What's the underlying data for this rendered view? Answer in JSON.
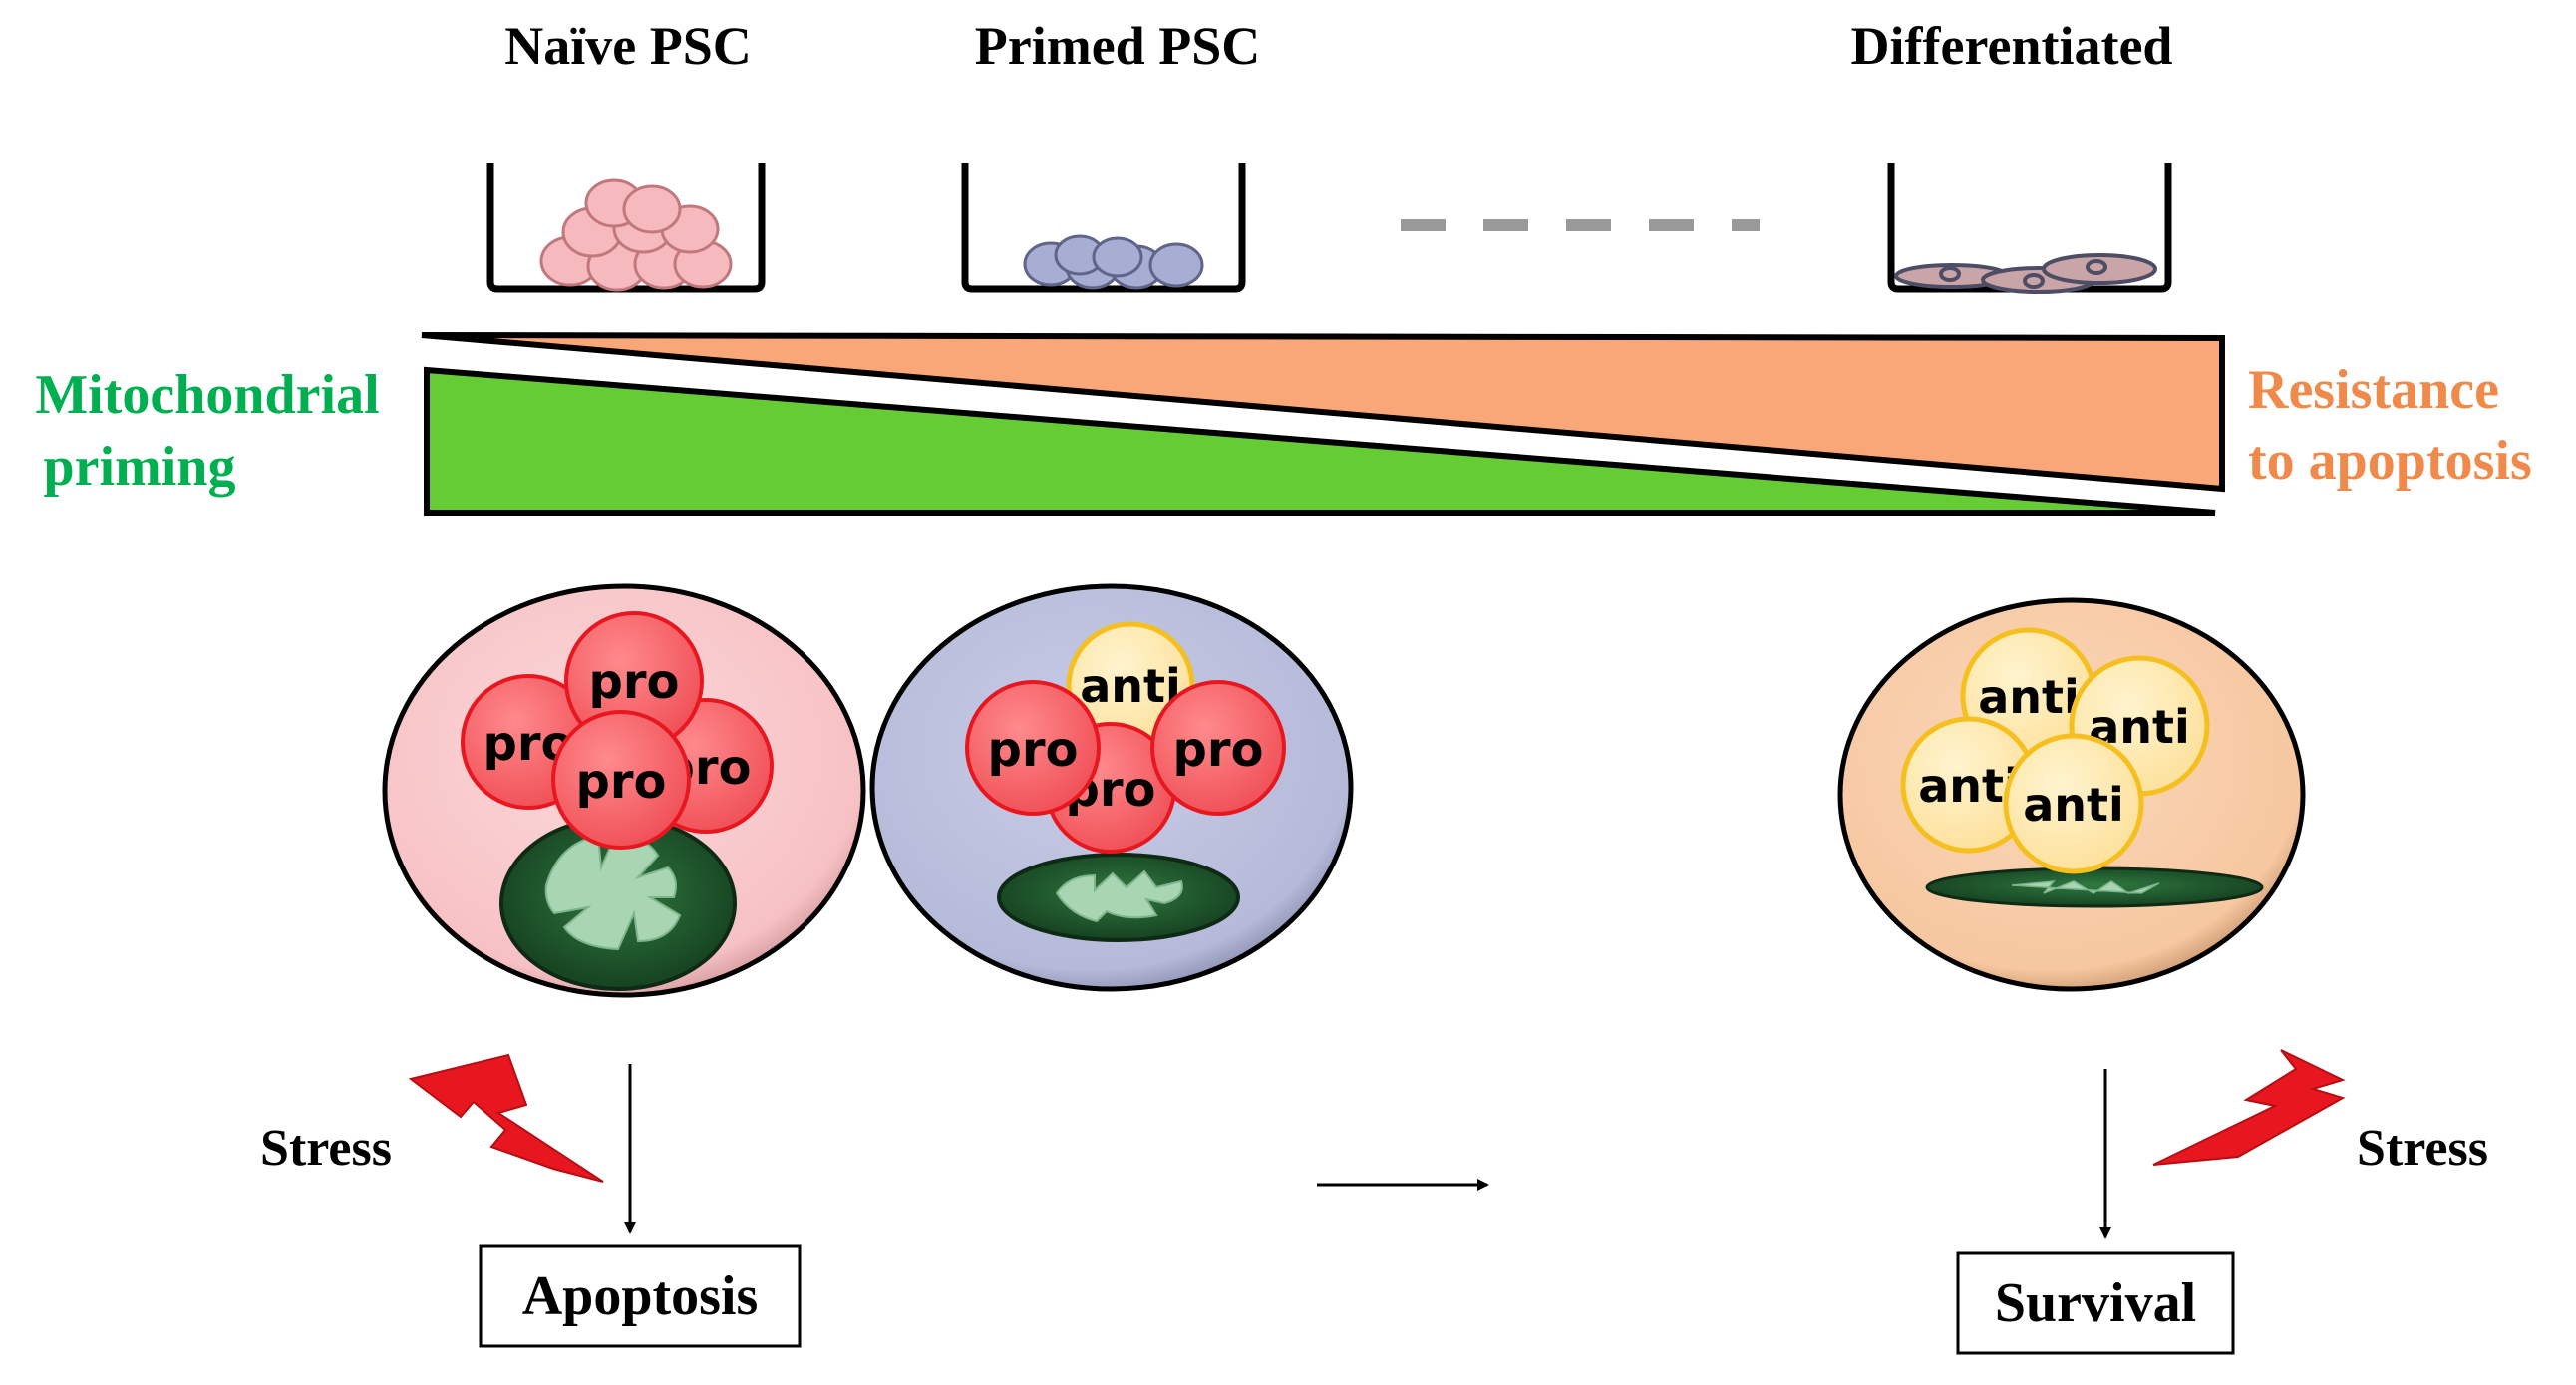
{
  "stages": {
    "naive": "Naïve PSC",
    "primed": "Primed PSC",
    "differentiated": "Differentiated"
  },
  "gradient": {
    "left_label_line1": "Mitochondrial",
    "left_label_line2": "priming",
    "right_label_line1": "Resistance",
    "right_label_line2": "to apoptosis"
  },
  "proteins": {
    "pro": "pro",
    "anti": "anti"
  },
  "outcomes": {
    "stress": "Stress",
    "apoptosis": "Apoptosis",
    "survival": "Survival"
  },
  "colors": {
    "priming_green": "#66cc33",
    "priming_text": "#00b050",
    "resistance_orange": "#f9a678",
    "resistance_text": "#f08a4b",
    "pro_red": "#f25c61",
    "anti_yellow": "#ffe7a3",
    "naive_cell": "#f8c5c8",
    "primed_cell": "#b8bddb",
    "diff_cell": "#f7caa5",
    "mito_green": "#1f5c2e",
    "lightning_red": "#e8171f"
  }
}
